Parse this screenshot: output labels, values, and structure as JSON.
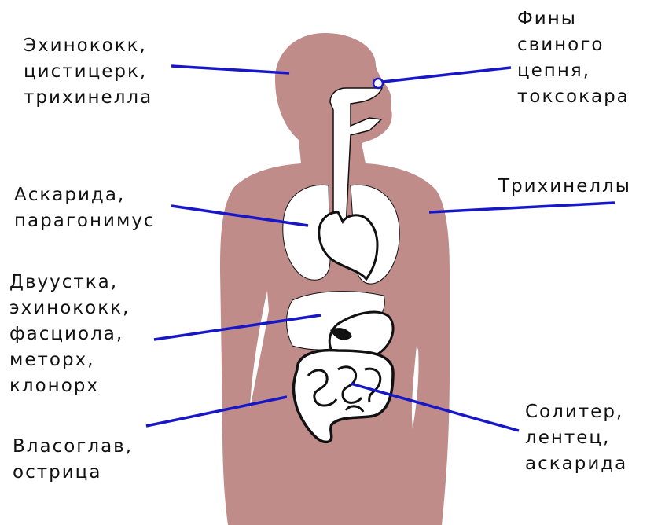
{
  "colors": {
    "body": "#bf8c8a",
    "organ": "#ffffff",
    "outline": "#111111",
    "pointer": "#1717c8",
    "text": "#111111"
  },
  "labels": {
    "head": [
      "Эхинококк,",
      "цистицерк,",
      "трихинелла"
    ],
    "eye": [
      "Фины",
      "свиного",
      "цепня,",
      "токсокара"
    ],
    "lungs": [
      "Аскарида,",
      "парагонимус"
    ],
    "muscle": [
      "Трихинеллы"
    ],
    "liver": [
      "Двуустка,",
      "эхинококк,",
      "фасциола,",
      "меторх,",
      "клонорх"
    ],
    "intestine": [
      "Власоглав,",
      "острица"
    ],
    "gut": [
      "Солитер,",
      "лентец,",
      "аскарида"
    ]
  }
}
